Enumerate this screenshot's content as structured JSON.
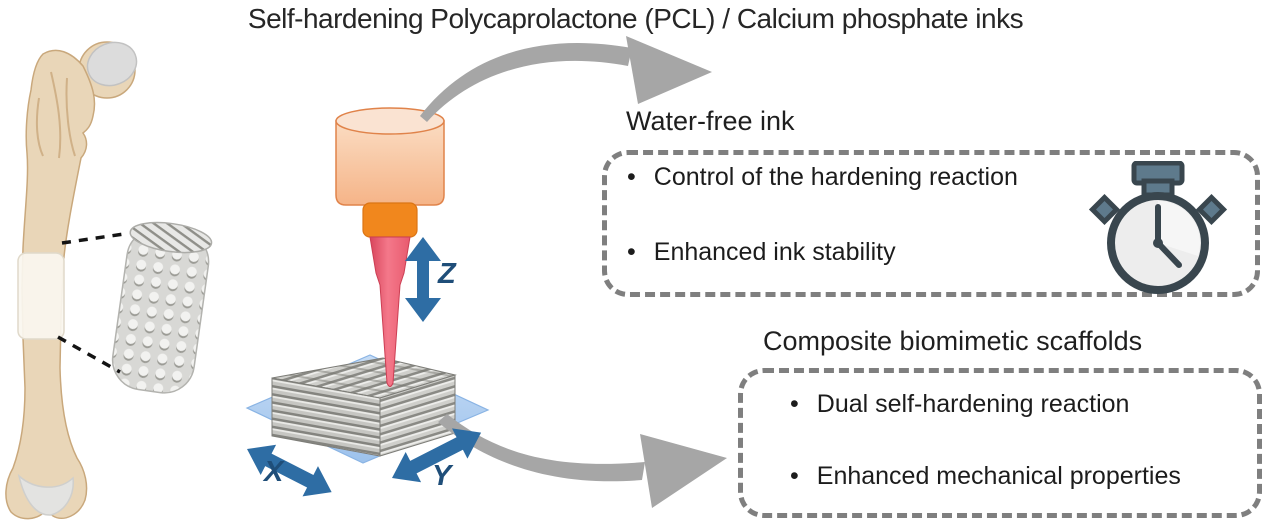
{
  "title": "Self-hardening Polycaprolactone (PCL) / Calcium phosphate inks",
  "left_panel": {
    "bone": "femur bone illustration",
    "scaffold_cylinder": "3D-printed porous scaffold cylinder",
    "connector": "dotted leader lines from bone defect to scaffold"
  },
  "printer": {
    "parts": [
      "syringe barrel",
      "orange collar",
      "red tapered nozzle",
      "printed lattice scaffold",
      "blue build platform"
    ],
    "z_label": "Z",
    "x_label": "X",
    "y_label": "Y"
  },
  "boxes": {
    "water_free": {
      "heading": "Water-free ink",
      "bullets": [
        "Control of the hardening reaction",
        "Enhanced ink stability"
      ],
      "icon": "stopwatch-icon",
      "bullet_char": "•"
    },
    "composite": {
      "heading": "Composite biomimetic scaffolds",
      "bullets": [
        "Dual self-hardening reaction",
        "Enhanced mechanical properties"
      ],
      "bullet_char": "•"
    }
  },
  "colors": {
    "arrow_gray": "#a6a6a6",
    "dash_gray": "#7f7f7f",
    "axis_arrow_blue": "#2e6da4",
    "axis_label_blue": "#1f4e79",
    "nozzle_pink": "#ee5d72",
    "barrel_peach": "#f8c9a4",
    "collar_orange": "#f1871d",
    "platform_blue": "#abcdf0",
    "bone_tan": "#e9d6b8",
    "scaffold_gray": "#c6c6c2",
    "stopwatch_outline": "#39464e",
    "stopwatch_button": "#5e7a8c"
  }
}
